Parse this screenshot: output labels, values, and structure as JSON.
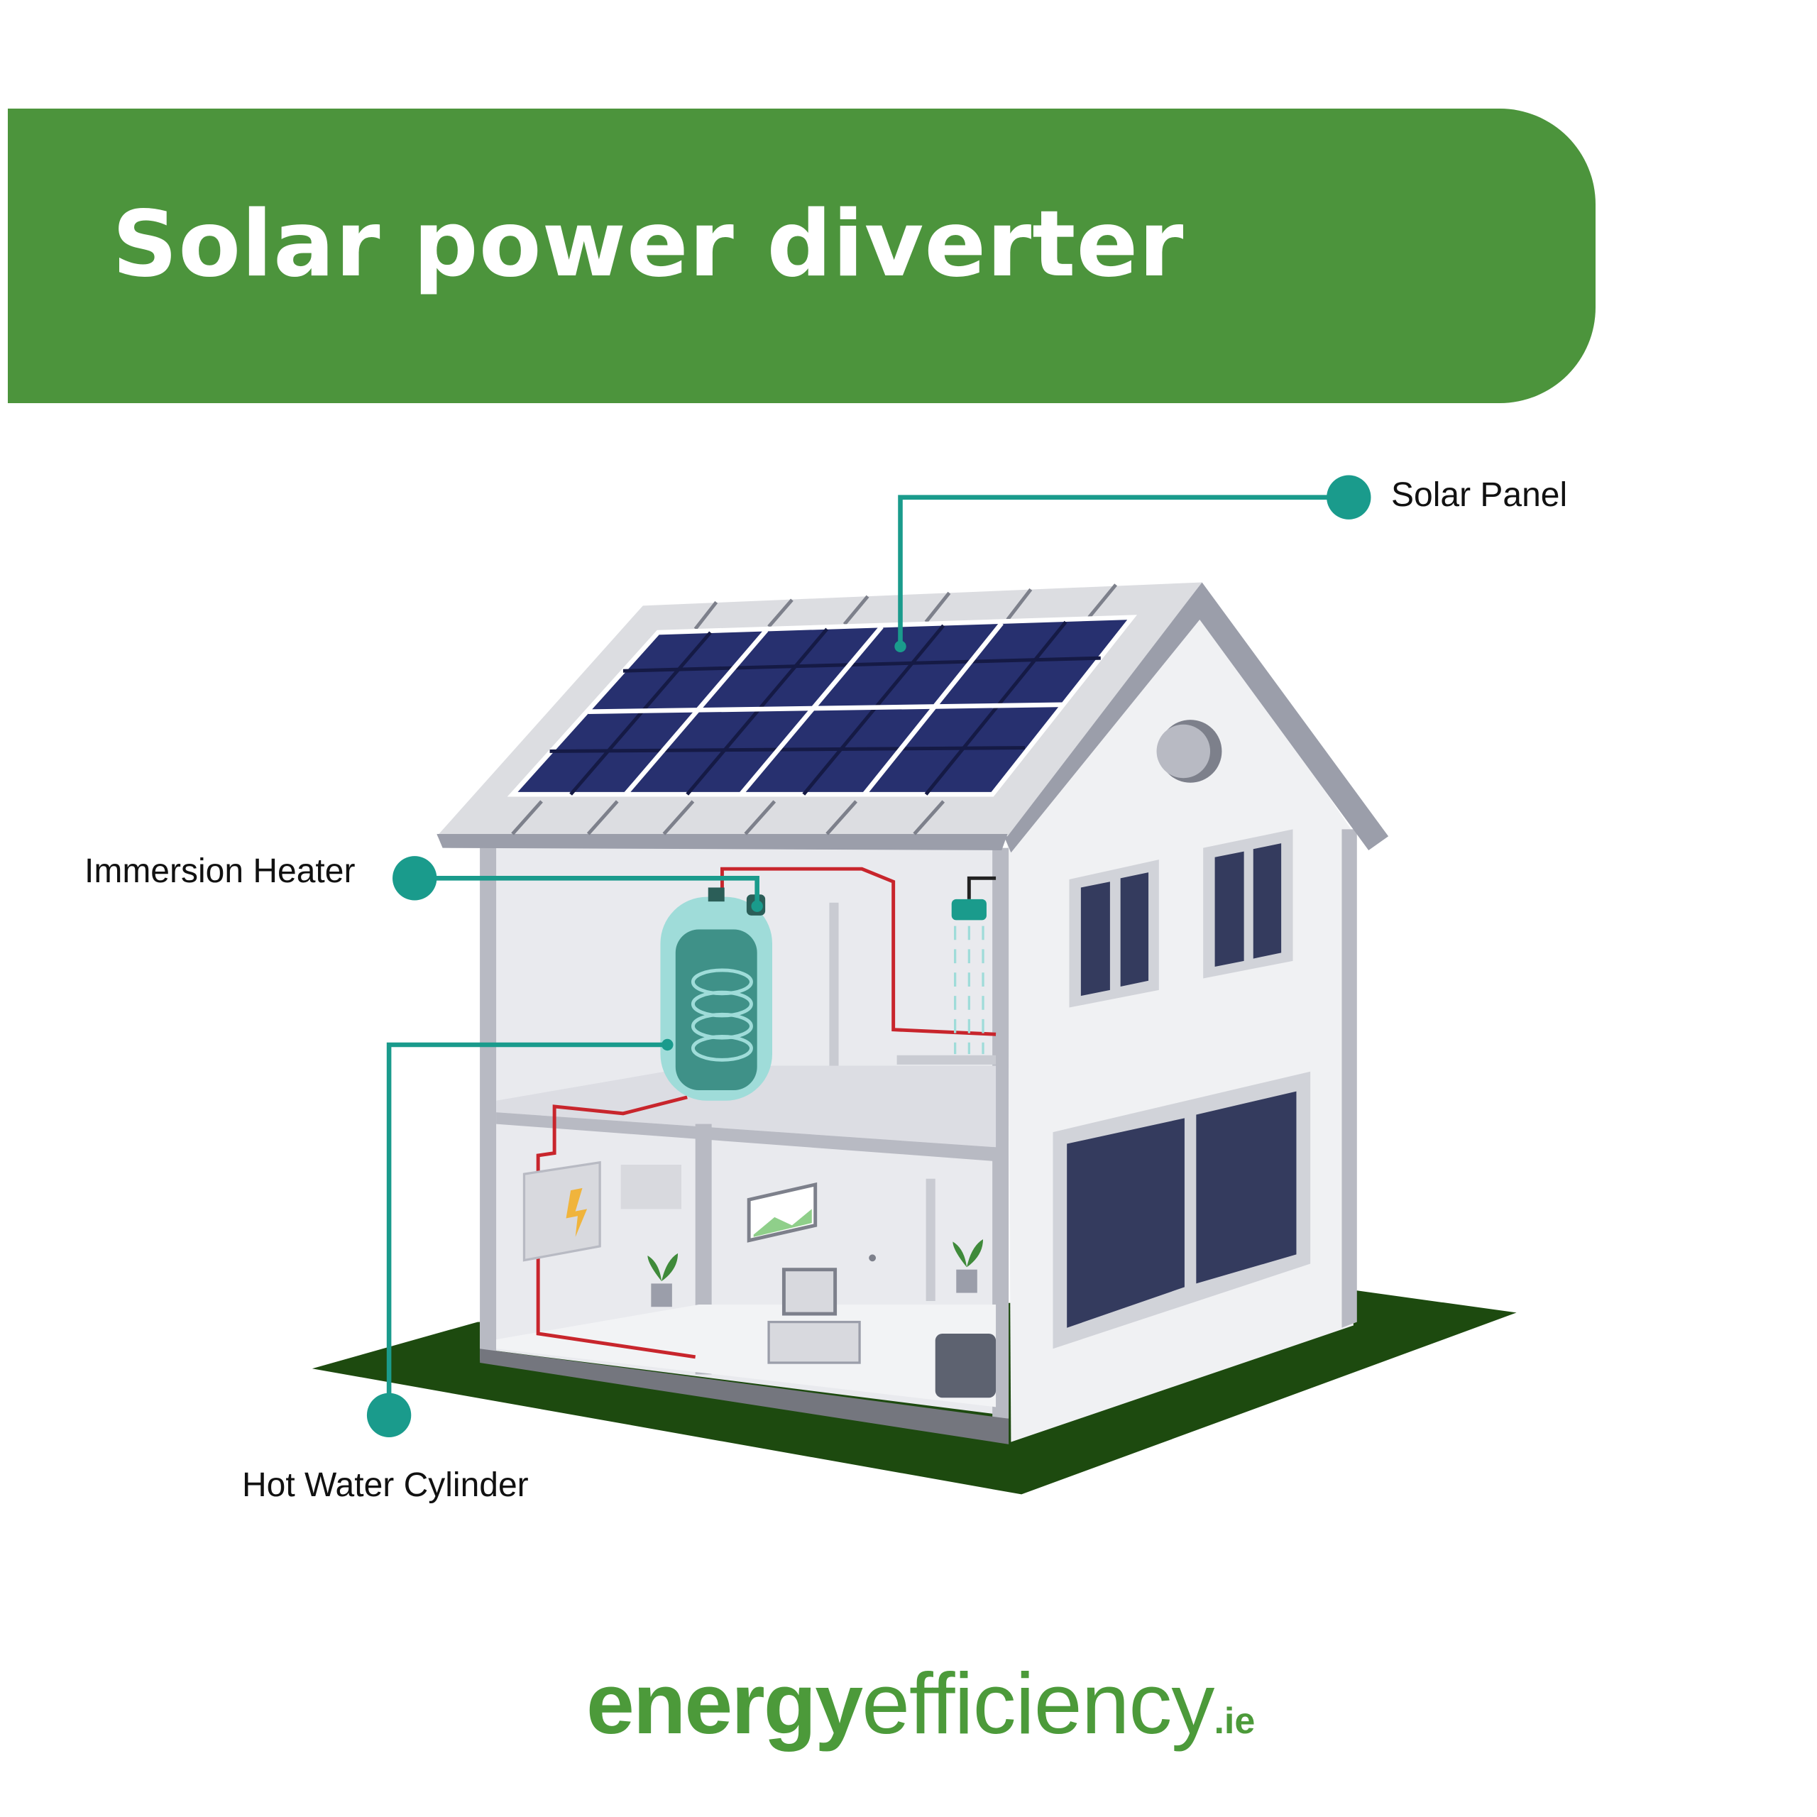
{
  "header": {
    "title": "Solar power diverter"
  },
  "callouts": {
    "solar_panel": "Solar Panel",
    "immersion_heater": "Immersion Heater",
    "hot_water_cylinder": "Hot Water Cylinder"
  },
  "logo": {
    "bold": "energy",
    "light": "efficiency",
    "tld": ".ie"
  },
  "colors": {
    "brand_green": "#4c943c",
    "callout_teal": "#1a9b8c",
    "panel_navy": "#27306f",
    "pipe_red": "#c8252c",
    "ground": "#1d4a0f"
  }
}
